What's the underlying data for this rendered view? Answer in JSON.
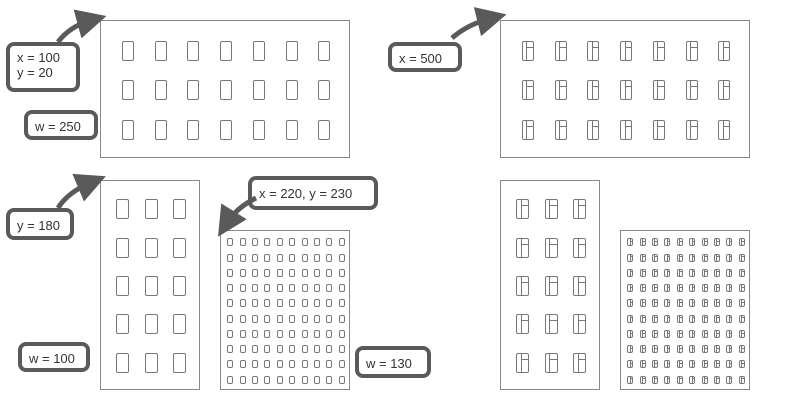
{
  "callouts": {
    "top_left_xy": {
      "line1": "x = 100",
      "line2": "y = 20"
    },
    "top_left_w": "w = 250",
    "top_right_x": "x = 500",
    "bottom_left_y": "y = 180",
    "bottom_left_w": "w = 100",
    "bottom_mid_xy": "x = 220, y = 230",
    "bottom_mid_w": "w = 130"
  },
  "icons": {
    "plain_cell": "rectangle-outline-icon",
    "fancy_cell": "window-pane-icon"
  },
  "colors": {
    "panel_border": "#888888",
    "callout_border": "#5a5a5a",
    "arrow": "#5a5a5a"
  }
}
